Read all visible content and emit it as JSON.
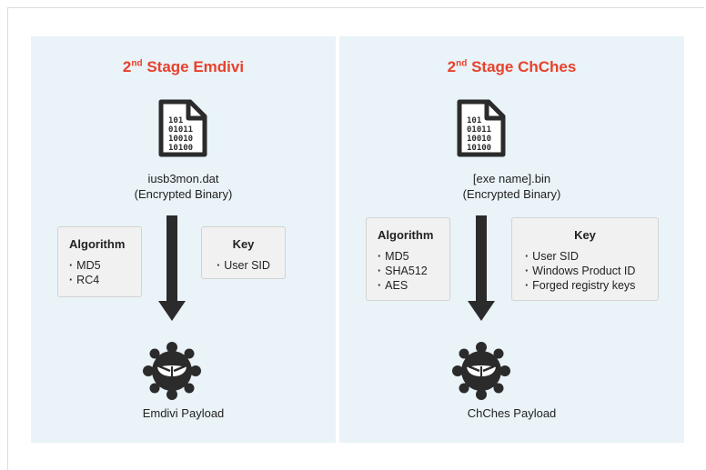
{
  "colors": {
    "title_red": "#e8412c",
    "panel_bg": "#e9f3f8",
    "icon_dark": "#2b2b2b"
  },
  "left": {
    "title_prefix": "2",
    "title_sup": "nd",
    "title_rest": " Stage Emdivi",
    "file_icon": "binary-file-icon",
    "file_name": "iusb3mon.dat",
    "file_desc": "(Encrypted Binary)",
    "algorithm": {
      "title": "Algorithm",
      "items": [
        "MD5",
        "RC4"
      ]
    },
    "key": {
      "title": "Key",
      "items": [
        "User SID"
      ]
    },
    "payload_icon": "virus-icon",
    "payload_label": "Emdivi Payload"
  },
  "right": {
    "title_prefix": "2",
    "title_sup": "nd",
    "title_rest": " Stage ChChes",
    "file_icon": "binary-file-icon",
    "file_name": "[exe name].bin",
    "file_desc": "(Encrypted Binary)",
    "algorithm": {
      "title": "Algorithm",
      "items": [
        "MD5",
        "SHA512",
        "AES"
      ]
    },
    "key": {
      "title": "Key",
      "items": [
        "User SID",
        "Windows Product ID",
        "Forged registry keys"
      ]
    },
    "payload_icon": "virus-icon",
    "payload_label": "ChChes Payload"
  }
}
